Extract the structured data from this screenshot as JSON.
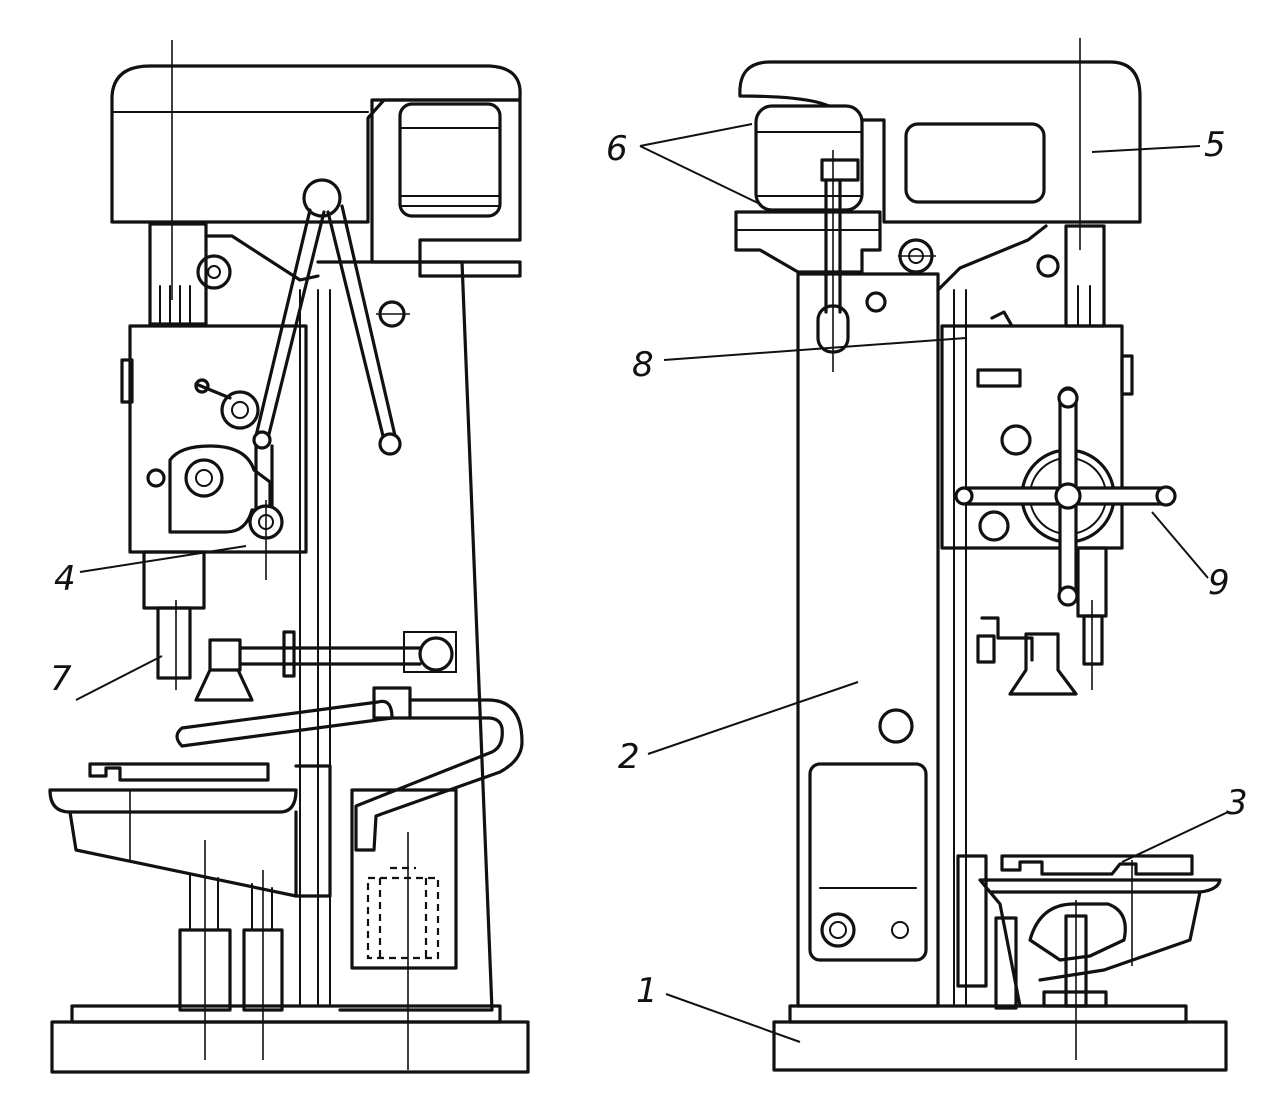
{
  "callouts": {
    "base": "1",
    "column": "2",
    "table_right": "3",
    "drill_head": "4",
    "top_housing": "5",
    "pulleys": "6",
    "spindle": "7",
    "lever": "8",
    "feed_handwheel": "9"
  }
}
